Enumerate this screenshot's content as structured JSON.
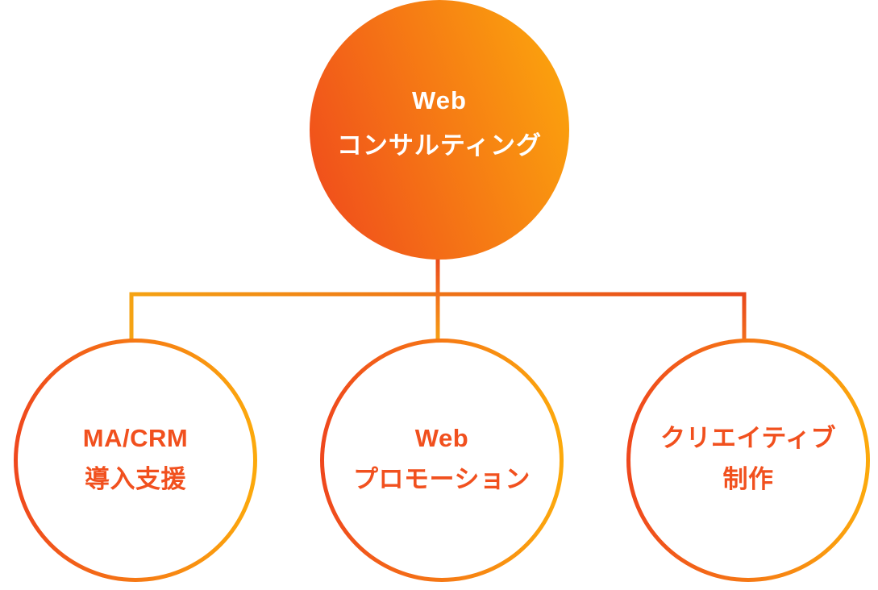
{
  "diagram": {
    "root": {
      "title_line1": "Web",
      "title_line2": "コンサルティング"
    },
    "children": [
      {
        "line1": "MA/CRM",
        "line2": "導入支援"
      },
      {
        "line1": "Web",
        "line2": "プロモーション"
      },
      {
        "line1": "クリエイティブ",
        "line2": "制作"
      }
    ]
  },
  "colors": {
    "background": "#ffffff",
    "gradient_red": "#ef471d",
    "gradient_gold": "#fcaa0c",
    "line_gold": "#f5a313",
    "line_red": "#e8451b",
    "line_orange": "#f2701c",
    "child_text": "#f1501e",
    "root_text": "#ffffff"
  }
}
